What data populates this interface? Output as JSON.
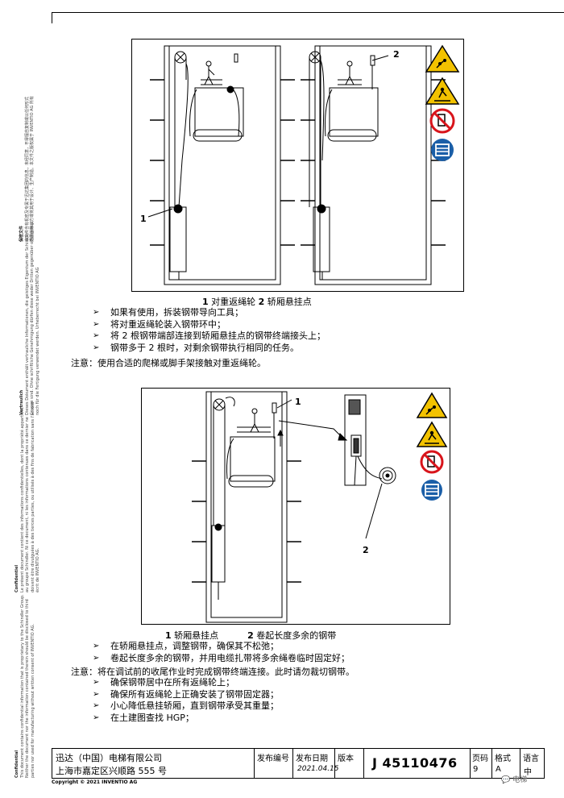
{
  "sidebar": {
    "texts": [
      {
        "title": "保密文件",
        "lines": [
          "本文件含有机密及专属于迅达集团的信息，未经同意，不得擅自复制或以任何形式",
          "透露给第三方或将其用于设计、生产制造。本文件之版权属于 INVENTIO AG 所有"
        ]
      },
      {
        "title": "Vertraulich",
        "lines": [
          "Dieses Dokument enthält vertrauliche Informationen, die geistiges Eigentum der Schindler-",
          "Gruppe sind. Ohne schriftliche Genehmigung dürfen diese weder Dritten gegenüber offengelegt",
          "noch für die Fertigung verwendet werden. Urheberrecht bei INVENTIO AG"
        ]
      },
      {
        "title": "Confidentiel",
        "lines": [
          "Le présent document contient des informations confidentielles, dont la propriété appartient",
          "au groupe Schindler. Ni ce document, ni les informations contenues dans ce dernier ne",
          "doivent être divulguées à des tierces parties, ou utilisés à des fins de fabrication sans l'accord",
          "écrit de INVENTIO AG."
        ]
      },
      {
        "title": "Confidential",
        "lines": [
          "This document contains confidential information that is proprietary to the Schindler Group.",
          "Neither the document nor the information contained therein should be disclosed to third",
          "parties nor used for manufacturing without written consent of INVENTIO AG."
        ]
      }
    ]
  },
  "figure1": {
    "labels": {
      "one": "1",
      "two": "2"
    }
  },
  "caption1": {
    "n1": "1",
    "t1": " 对重返绳轮  ",
    "n2": "2",
    "t2": " 轿厢悬挂点"
  },
  "section1": {
    "bullets": [
      "如果有使用，拆装钢带导向工具；",
      "将对重返绳轮装入钢带环中；",
      "将  2 根钢带端部连接到轿厢悬挂点的钢带终端接头上；",
      "钢带多于  2 根时，对剩余钢带执行相同的任务。"
    ],
    "note": "注意：使用合适的爬梯或脚手架接触对重返绳轮。"
  },
  "figure2": {
    "labels": {
      "one": "1",
      "two": "2"
    }
  },
  "caption2": {
    "n1": "1",
    "t1": " 轿厢悬挂点",
    "n2": "2",
    "t2": " 卷起长度多余的钢带"
  },
  "section2": {
    "bullets_a": [
      "在轿厢悬挂点，调整钢带，确保其不松弛；",
      "卷起长度多余的钢带，并用电缆扎带将多余绳卷临时固定好；"
    ],
    "note": "注意：将在调试前的收尾作业时完成钢带终端连接。此时请勿裁切钢带。",
    "bullets_b": [
      "确保钢带居中在所有返绳轮上；",
      "确保所有返绳轮上正确安装了钢带固定器；",
      "小心降低悬挂轿厢，直到钢带承受其重量；",
      "在土建图查找  HGP；"
    ]
  },
  "footer": {
    "company": "迅达（中国）电梯有限公司",
    "address": "上海市嘉定区兴顺路 555 号",
    "doc_no_label": "发布编号",
    "date_label": "发布日期",
    "date": "2021.04.15",
    "version_label": "版本",
    "doc_id": "J 45110476",
    "page_label": "页码",
    "page": "9",
    "format_label": "格式",
    "format": "A",
    "lang_label": "语言",
    "lang": "中"
  },
  "copyright": "Copyright © 2021 INVENTIO AG",
  "watermark": "电梯",
  "colors": {
    "warning_yellow": "#F2C200",
    "prohibit_red": "#D8141B",
    "mandatory_blue": "#1B5FA8"
  }
}
